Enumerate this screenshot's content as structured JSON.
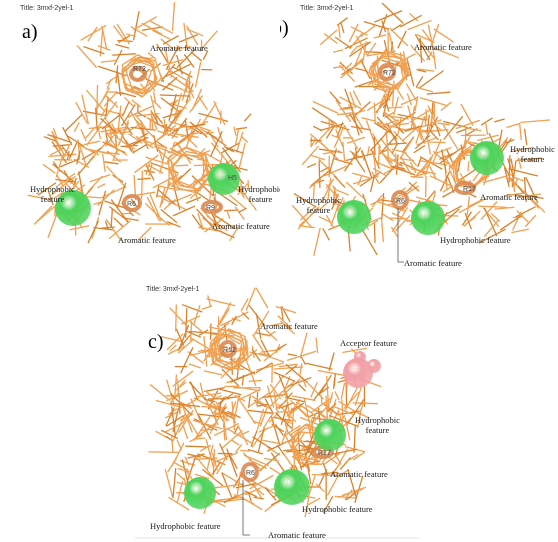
{
  "panels": [
    {
      "label": "a)",
      "title": "Title: 3mxf-2yel-1",
      "features": {
        "aromatic_top": "Aromatic feature",
        "hydrophobic_left": "Hydrophobic\nfeature",
        "hydrophobic_right": "Hydrophobic\nfeature",
        "aromatic_bottom_left": "Aromatic feature",
        "aromatic_bottom_right": "Aromatic feature"
      },
      "ring_labels": {
        "r72": "R72",
        "r6": "R6",
        "r9": "R9",
        "h5": "H5"
      }
    },
    {
      "label": "b)",
      "title": "Title: 3mxf-2yel-1",
      "features": {
        "aromatic_top": "Aromatic feature",
        "hydrophobic_right": "Hydrophobic\nfeature",
        "hydrophobic_left": "Hydrophobic\nfeature",
        "aromatic_right": "Aromatic feature",
        "hydrophobic_bottom": "Hydrophobic feature",
        "aromatic_bottom": "Aromatic feature"
      },
      "ring_labels": {
        "r72": "R72",
        "r6": "R6",
        "r17": "R17"
      }
    },
    {
      "label": "c)",
      "title": "Title: 3mxf-2yel-1",
      "features": {
        "aromatic_top": "Aromatic feature",
        "acceptor": "Acceptor feature",
        "hydrophobic_right": "Hydrophobic\nfeature",
        "aromatic_right": "Aromatic feature",
        "hydrophobic_middle": "Hydrophobic feature",
        "hydrophobic_left": "Hydrophobic feature",
        "aromatic_bottom": "Aromatic feature"
      },
      "ring_labels": {
        "r12": "R12",
        "r6": "R6",
        "r17": "R17"
      }
    }
  ],
  "colors": {
    "bonds": "#f0a050",
    "bonds_dark": "#d9822b",
    "hydrophobic": "#4cd35a",
    "aromatic_ring": "#d98a52",
    "acceptor": "#f2a0a6"
  }
}
